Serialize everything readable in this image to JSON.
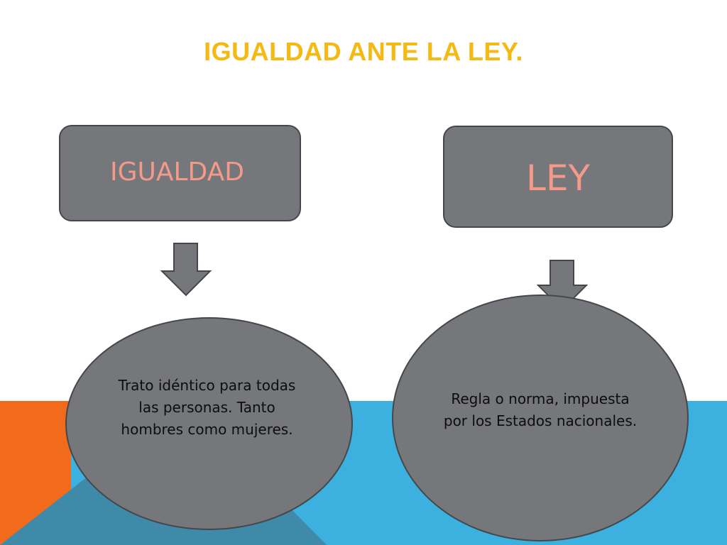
{
  "title": "IGUALDAD ANTE LA LEY.",
  "colors": {
    "title": "#f5b914",
    "box_text": "#f39a8b",
    "shape_fill": "#76777a",
    "shape_border": "#45474a",
    "band_orange": "#f26b1d",
    "band_blue": "#3cb1df",
    "band_teal": "#3e8aa8"
  },
  "diagram": {
    "left": {
      "box_label": "IGUALDAD",
      "definition": "Trato idéntico para todas las personas. Tanto hombres como mujeres."
    },
    "right": {
      "box_label": "LEY",
      "definition": "Regla o norma, impuesta por los Estados nacionales."
    }
  }
}
